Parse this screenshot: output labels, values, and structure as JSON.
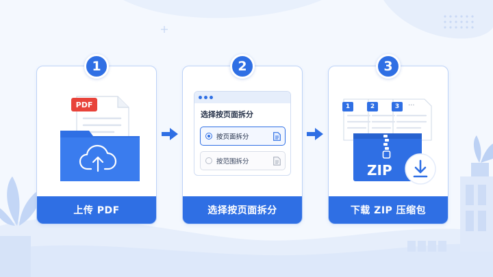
{
  "steps": [
    {
      "number": "1",
      "label": "上传 PDF",
      "file_tag": "PDF"
    },
    {
      "number": "2",
      "label": "选择按页面拆分",
      "window_title": "选择按页面拆分",
      "options": [
        {
          "label": "按页面拆分",
          "selected": true
        },
        {
          "label": "按范围拆分",
          "selected": false
        }
      ]
    },
    {
      "number": "3",
      "label": "下载 ZIP 压缩包",
      "zip_text": "ZIP",
      "page_numbers": [
        "1",
        "2",
        "3"
      ],
      "ellipsis": "···"
    }
  ],
  "colors": {
    "accent": "#2f6fe4",
    "card_border": "#bcd2f7",
    "tag_red": "#e8433a",
    "background": "#f3f7fd"
  },
  "icons": [
    "cloud-upload-icon",
    "folder-icon",
    "document-icon",
    "zip-archive-icon",
    "download-icon",
    "arrow-right-icon",
    "radio-icon"
  ]
}
